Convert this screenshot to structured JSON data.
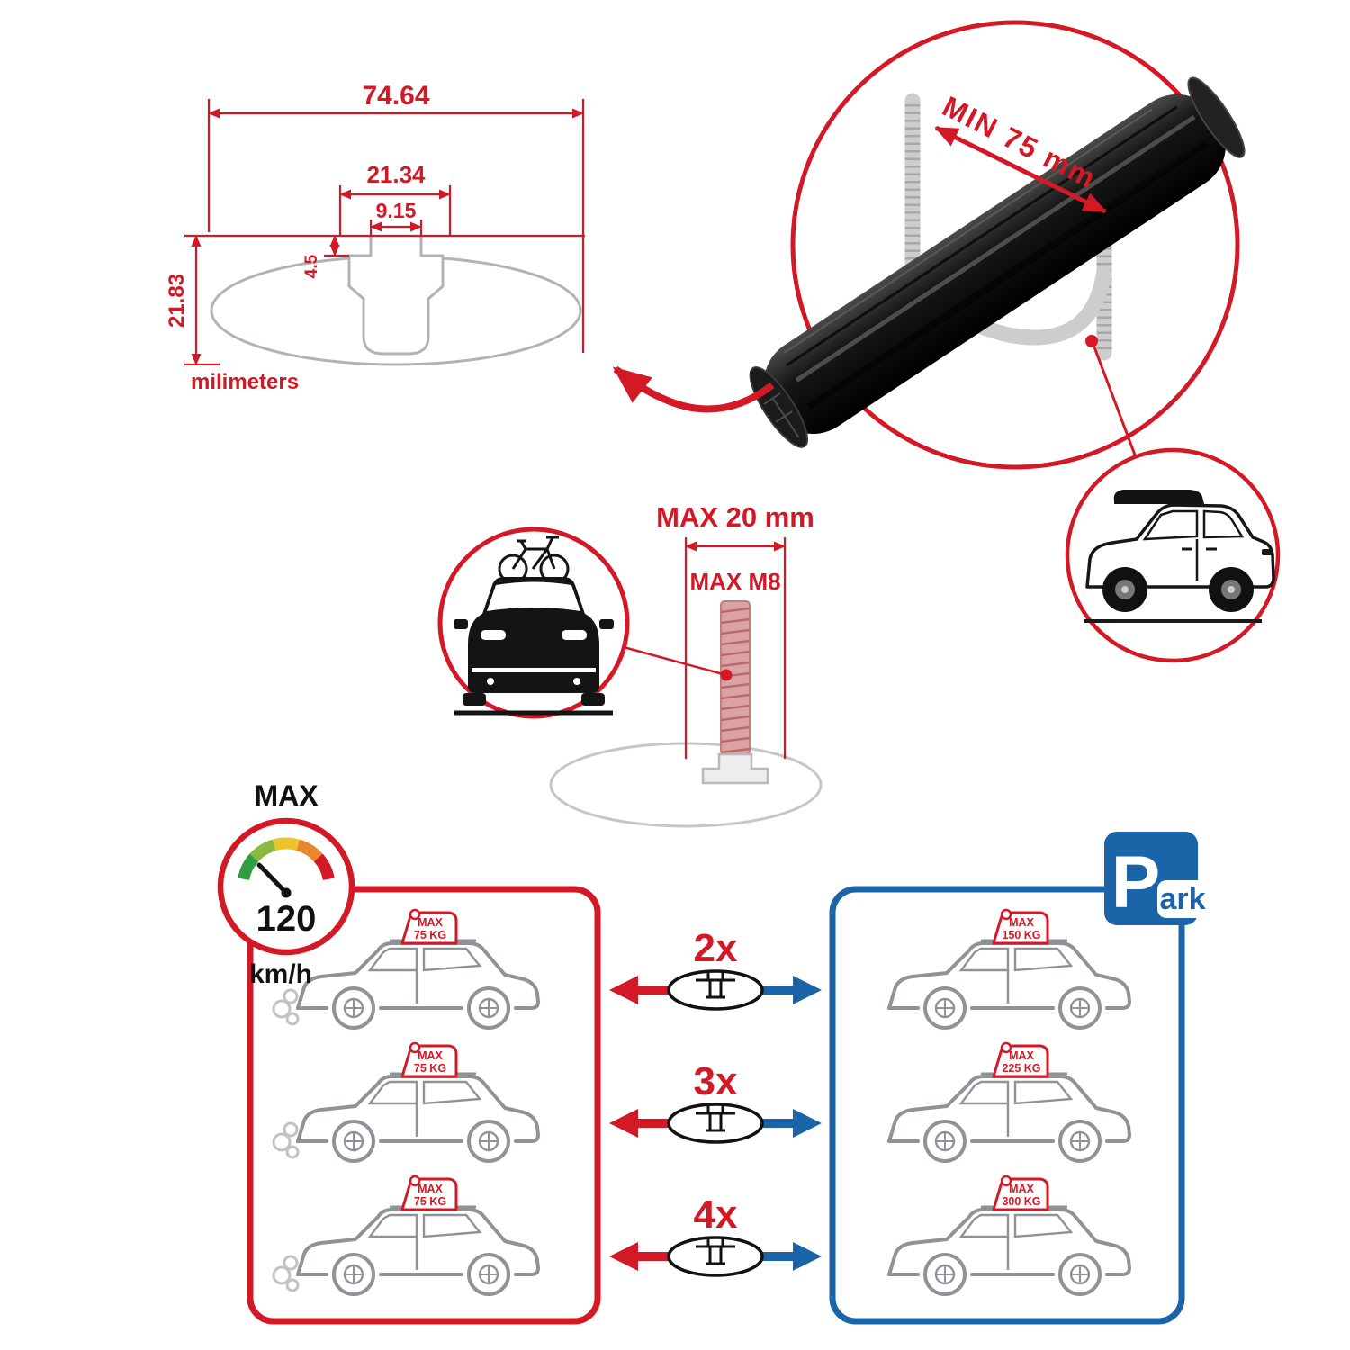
{
  "colors": {
    "red": "#d31926",
    "blue": "#1b64a8",
    "profile_gray": "#b0b4b7",
    "car_gray": "#8f9397",
    "bar_black": "#141414",
    "gauge_segments": [
      "#2f9e41",
      "#8ab93f",
      "#ecc52c",
      "#e8872b",
      "#d31926"
    ]
  },
  "tech_diagram": {
    "dim_outer_width": "74.64",
    "dim_slot_width": "21.34",
    "dim_opening_width": "9.15",
    "dim_lip_depth": "4.5",
    "dim_height": "21.83",
    "unit_label": "milimeters"
  },
  "crossbar_detail": {
    "min_clamp_label": "MIN 75 mm"
  },
  "bolt_detail": {
    "max_width_label": "MAX 20 mm",
    "max_bolt_label": "MAX M8"
  },
  "speed_limit": {
    "title": "MAX",
    "value": "120",
    "unit": "km/h"
  },
  "park_sign": {
    "letter": "P",
    "suffix": "ark"
  },
  "capacity": {
    "multipliers": [
      "2x",
      "3x",
      "4x"
    ],
    "driving_cars": [
      {
        "tag_line1": "MAX",
        "tag_line2": "75 KG"
      },
      {
        "tag_line1": "MAX",
        "tag_line2": "75 KG"
      },
      {
        "tag_line1": "MAX",
        "tag_line2": "75 KG"
      }
    ],
    "parked_cars": [
      {
        "tag_line1": "MAX",
        "tag_line2": "150 KG"
      },
      {
        "tag_line1": "MAX",
        "tag_line2": "225 KG"
      },
      {
        "tag_line1": "MAX",
        "tag_line2": "300 KG"
      }
    ]
  }
}
